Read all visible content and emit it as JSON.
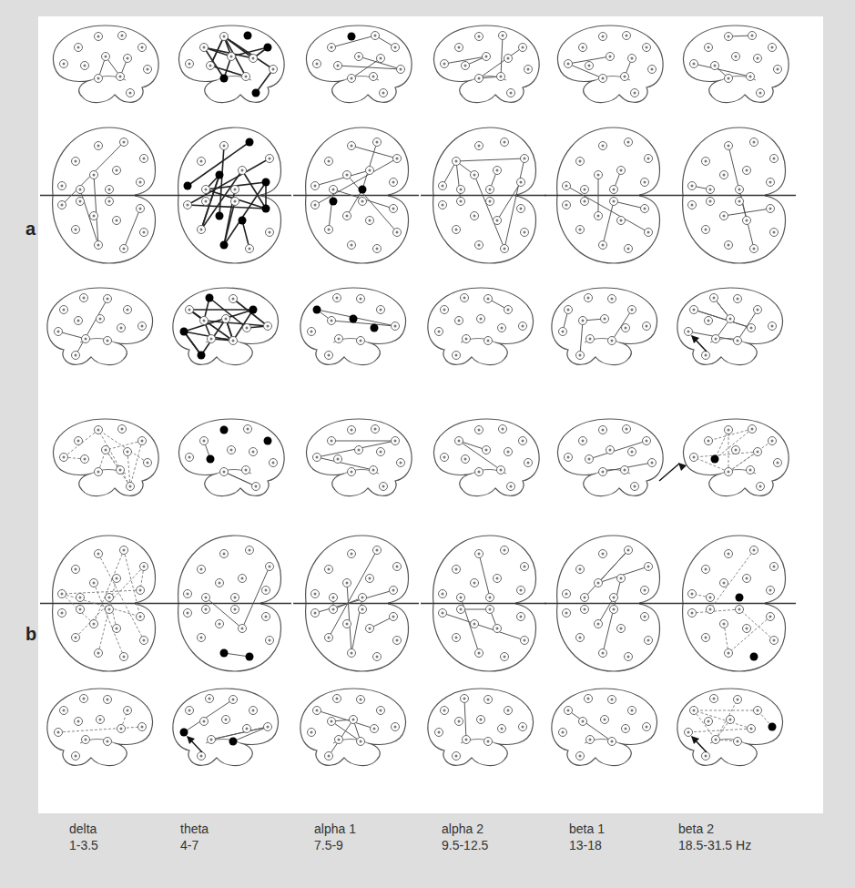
{
  "diagram": {
    "labels": [
      "a",
      "b",
      "delta",
      "1-3.5",
      "theta",
      "4-7",
      "alpha 1",
      "7.5-9",
      "alpha 2",
      "9.5-12.5",
      "beta 1",
      "13-18",
      "beta 2",
      "18.5-31.5 Hz"
    ]
  }
}
